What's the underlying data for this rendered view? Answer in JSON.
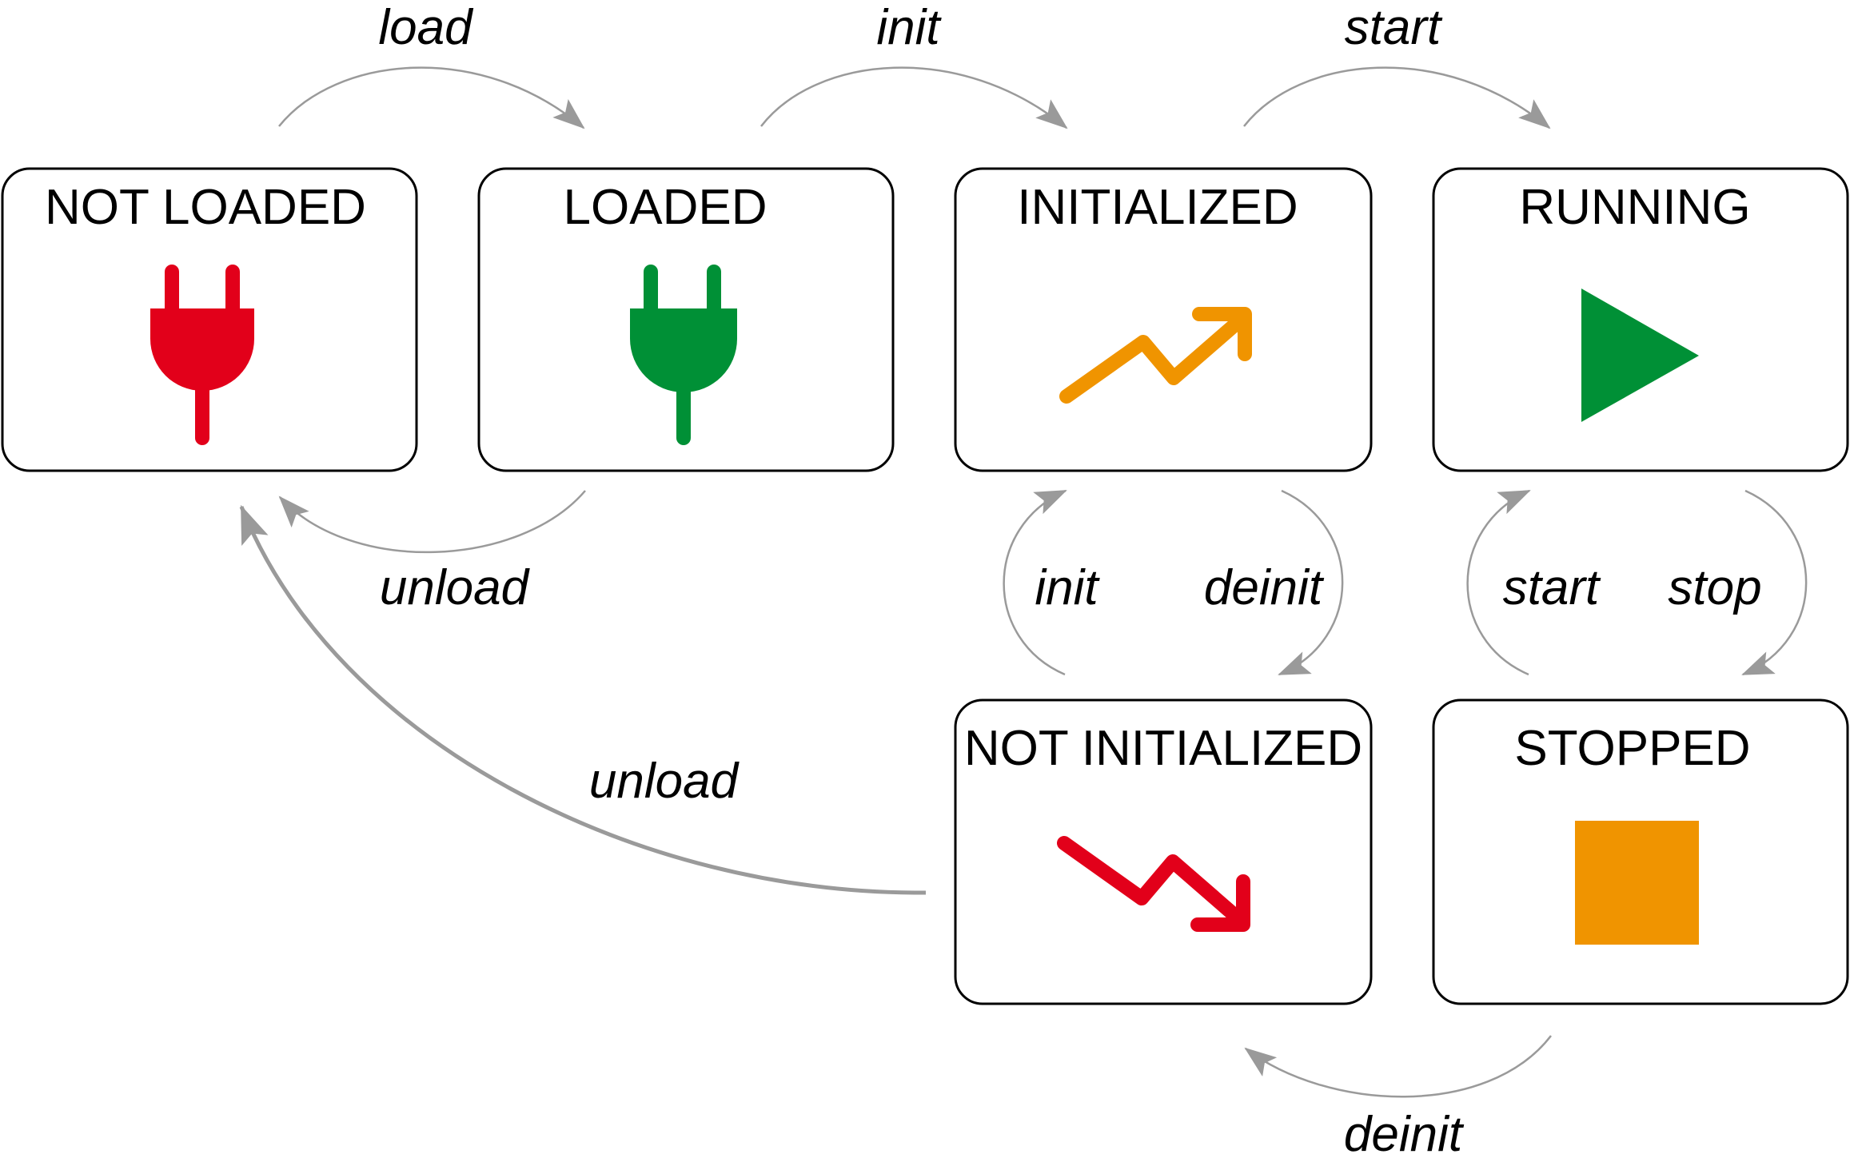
{
  "states": {
    "not_loaded": {
      "title": "NOT LOADED",
      "icon": "plug-icon",
      "color": "#e2001a"
    },
    "loaded": {
      "title": "LOADED",
      "icon": "plug-icon",
      "color": "#009036"
    },
    "initialized": {
      "title": "INITIALIZED",
      "icon": "trend-up-icon",
      "color": "#f09400"
    },
    "running": {
      "title": "RUNNING",
      "icon": "play-icon",
      "color": "#009036"
    },
    "not_initialized": {
      "title": "NOT INITIALIZED",
      "icon": "trend-down-icon",
      "color": "#e2001a"
    },
    "stopped": {
      "title": "STOPPED",
      "icon": "stop-icon",
      "color": "#f09400"
    }
  },
  "transitions": {
    "load": "load",
    "init_top": "init",
    "start_top": "start",
    "unload_loaded": "unload",
    "init_side": "init",
    "deinit_side": "deinit",
    "start_side": "start",
    "stop": "stop",
    "unload_long": "unload",
    "deinit_bottom": "deinit"
  },
  "colors": {
    "arrow": "#9a9a9a",
    "box_border": "#000000"
  }
}
